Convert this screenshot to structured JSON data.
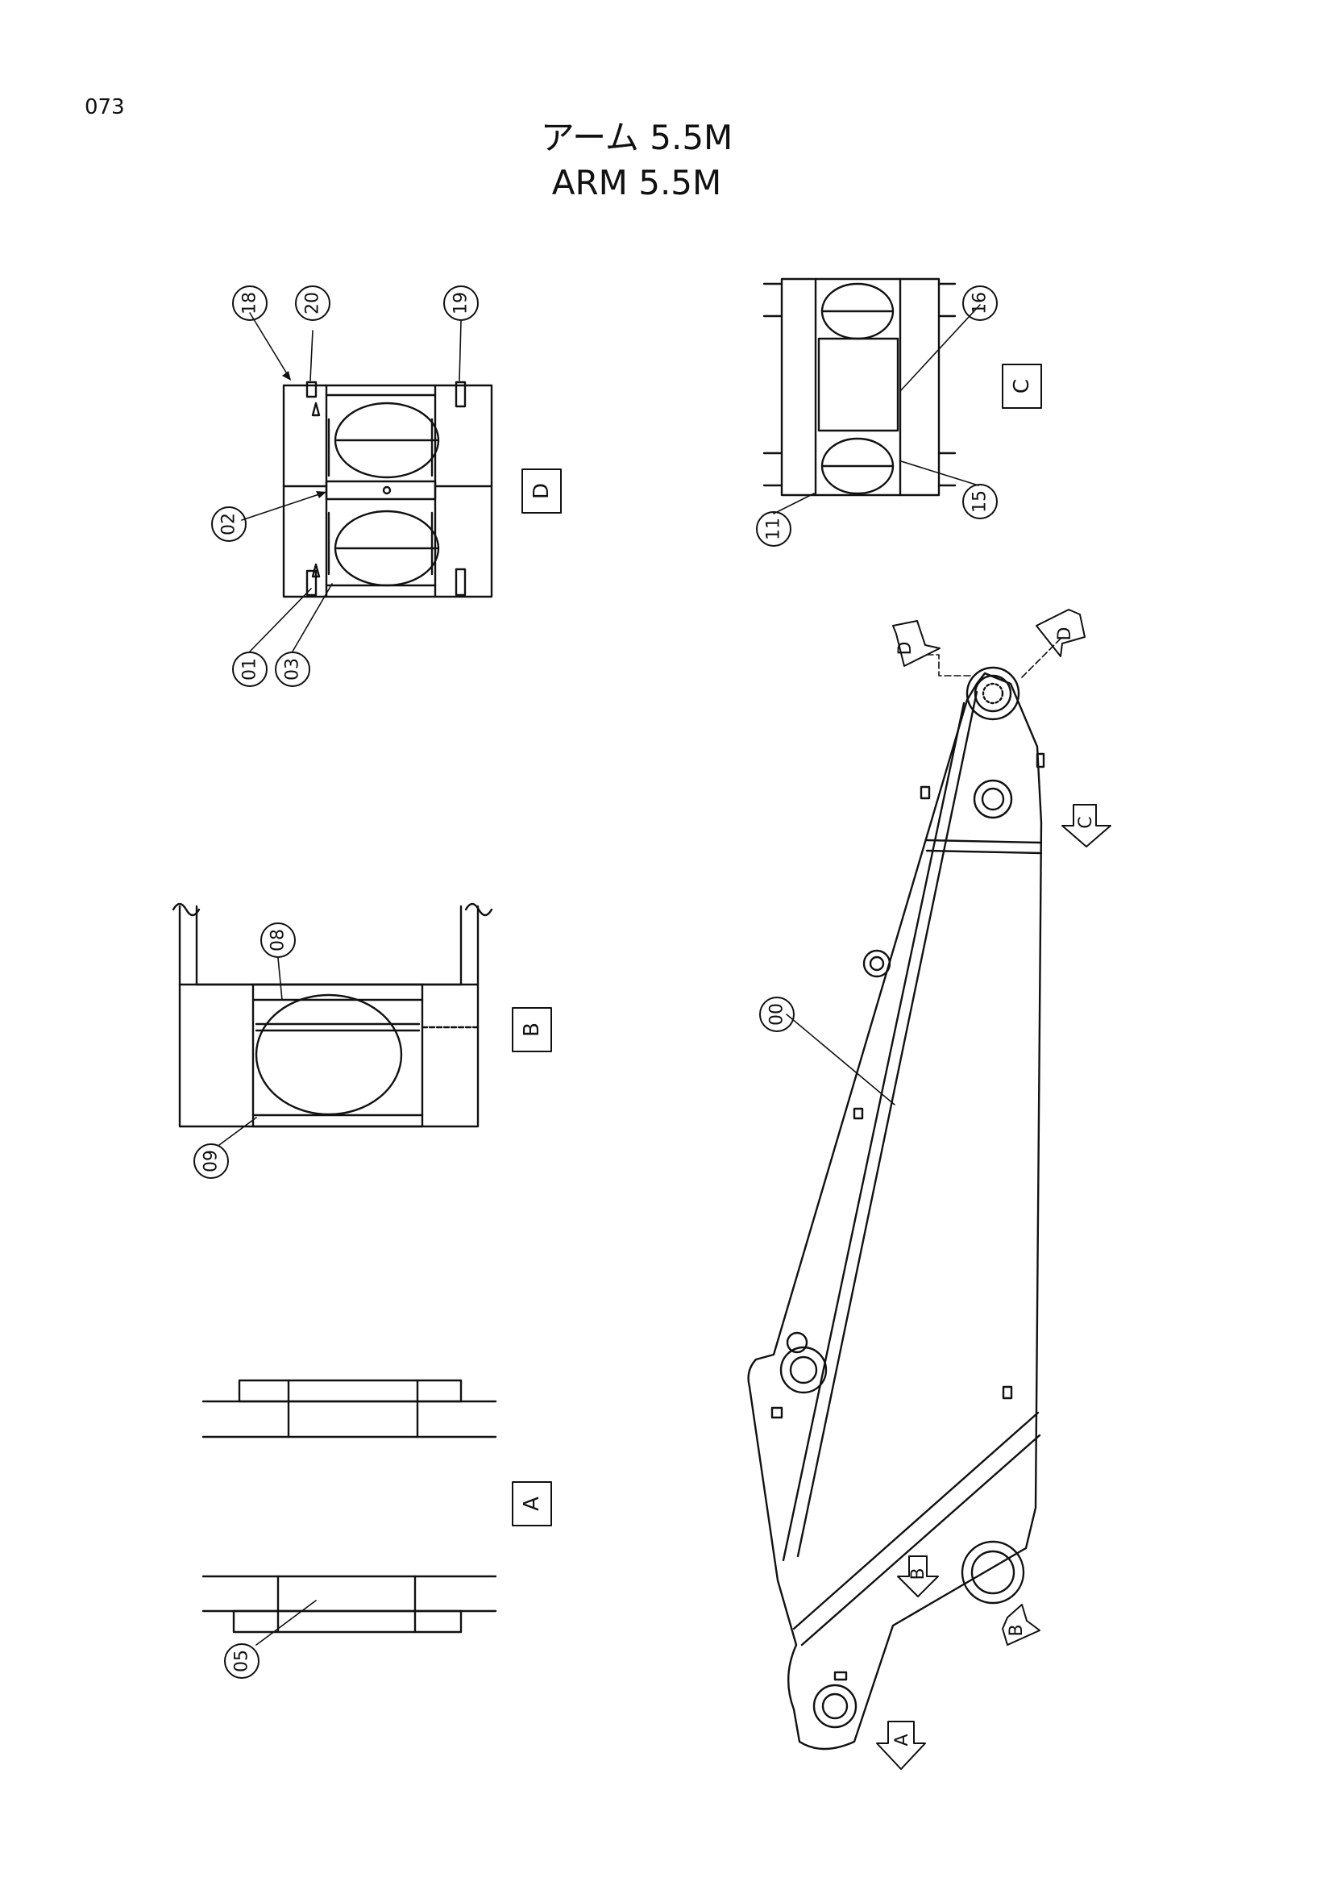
{
  "page": {
    "number": "073"
  },
  "title": {
    "jp": "アーム 5.5M",
    "en": "ARM 5.5M"
  },
  "views": {
    "A": {
      "label": "A"
    },
    "B": {
      "label": "B"
    },
    "C": {
      "label": "C"
    },
    "D": {
      "label": "D"
    }
  },
  "parts": {
    "p00": "00",
    "p01": "01",
    "p02": "02",
    "p03": "03",
    "p05": "05",
    "p08": "08",
    "p09": "09",
    "p11": "11",
    "p15": "15",
    "p16": "16",
    "p18": "18",
    "p19": "19",
    "p20": "20"
  },
  "arrows": {
    "a": "A",
    "b": "B",
    "c": "C",
    "d": "D"
  }
}
